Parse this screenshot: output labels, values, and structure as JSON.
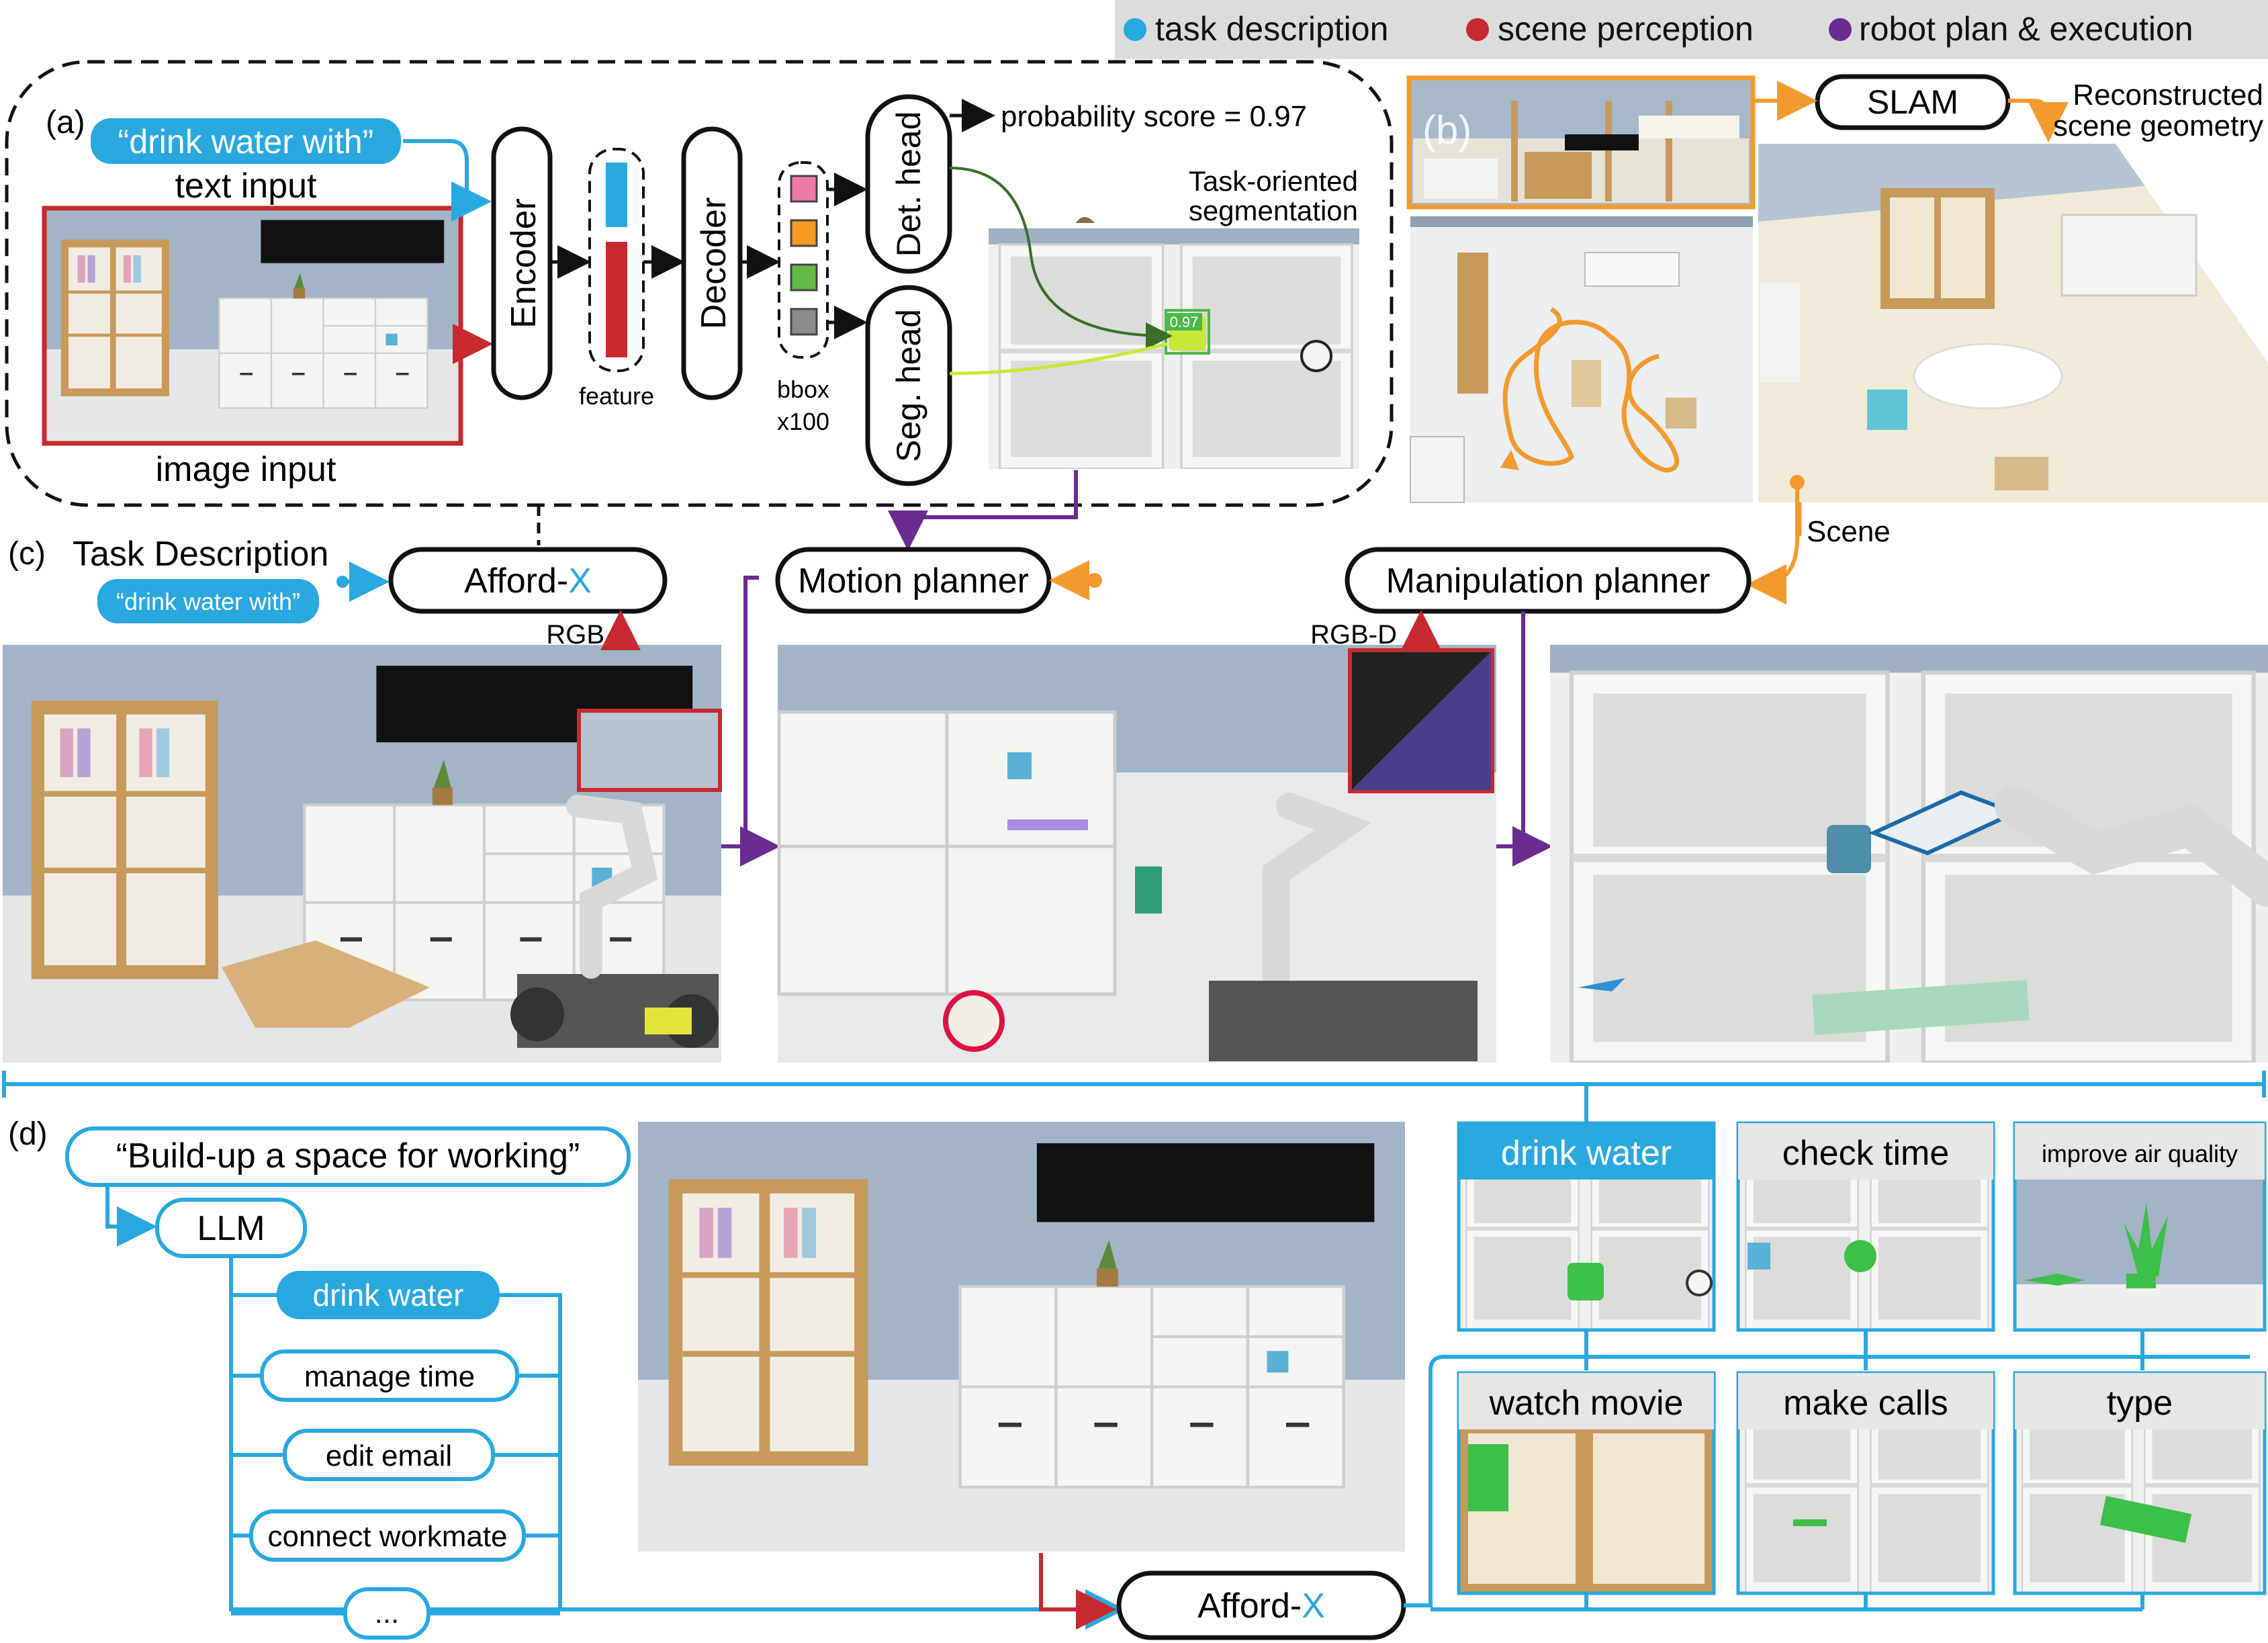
{
  "legend": {
    "items": [
      {
        "label": "task description",
        "color": "#29a8e0"
      },
      {
        "label": "scene perception",
        "color": "#d62a2e"
      },
      {
        "label": "robot plan & execution",
        "color": "#6a2c91"
      }
    ]
  },
  "panel_a": {
    "tag": "(a)",
    "text_prompt": "“drink water with”",
    "text_input_label": "text input",
    "image_input_label": "image input",
    "encoder": "Encoder",
    "feature_label": "feature",
    "decoder": "Decoder",
    "bbox_label_1": "bbox",
    "bbox_label_2": "x100",
    "det_head": "Det. head",
    "seg_head": "Seg. head",
    "probability": "probability score = 0.97",
    "seg_title_1": "Task-oriented",
    "seg_title_2": "segmentation",
    "score_badge": "0.97"
  },
  "panel_b": {
    "tag": "(b)",
    "slam": "SLAM",
    "recon_1": "Reconstructed",
    "recon_2": "scene geometry",
    "scene_label": "Scene"
  },
  "panel_c": {
    "tag": "(c)",
    "task_title": "Task Description",
    "task_pill": "“drink water with”",
    "afford_prefix": "Afford-",
    "afford_x": "X",
    "motion_planner": "Motion planner",
    "manip_planner": "Manipulation planner",
    "rgb": "RGB",
    "rgbd": "RGB-D"
  },
  "panel_d": {
    "tag": "(d)",
    "goal": "“Build-up a space for working”",
    "llm": "LLM",
    "subtasks": [
      "drink water",
      "manage time",
      "edit email",
      "connect workmate",
      "..."
    ],
    "afford_prefix": "Afford-",
    "afford_x": "X",
    "cards": [
      "drink water",
      "check time",
      "improve air quality",
      "watch movie",
      "make calls",
      "type"
    ]
  },
  "colors": {
    "blue": "#29a8e0",
    "red": "#c62a30",
    "purple": "#6a2c91",
    "orange": "#f29a2e",
    "wall": "#9fb0c2",
    "floor": "#e7e9eb",
    "shelf": "#f3f3f1",
    "wood": "#c89a5a"
  }
}
